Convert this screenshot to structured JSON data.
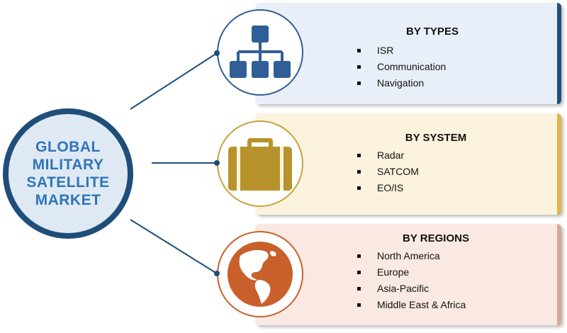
{
  "hub": {
    "title": "GLOBAL MILITARY SATELLITE MARKET"
  },
  "sections": {
    "types": {
      "title": "BY TYPES",
      "items": [
        "ISR",
        "Communication",
        "Navigation"
      ],
      "icon": "hierarchy-icon"
    },
    "system": {
      "title": "BY SYSTEM",
      "items": [
        "Radar",
        "SATCOM",
        "EO/IS"
      ],
      "icon": "briefcase-icon"
    },
    "regions": {
      "title": "BY REGIONS",
      "items": [
        "North America",
        "Europe",
        "Asia-Pacific",
        "Middle East & Africa"
      ],
      "icon": "globe-icon"
    }
  },
  "colors": {
    "hub_border": "#1f4e79",
    "hub_text": "#2e75b6",
    "types_accent": "#1f4e79",
    "system_accent": "#e0b54a",
    "regions_accent": "#c9602b"
  }
}
